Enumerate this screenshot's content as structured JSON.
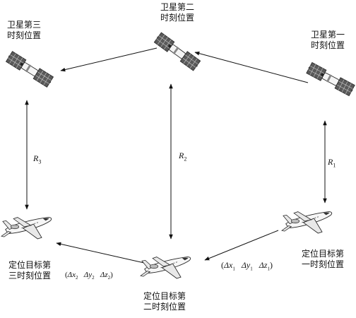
{
  "satellites": [
    {
      "id": "sat1",
      "label_line1": "卫星第一",
      "label_line2": "时刻位置"
    },
    {
      "id": "sat2",
      "label_line1": "卫星第二",
      "label_line2": "时刻位置"
    },
    {
      "id": "sat3",
      "label_line1": "卫星第三",
      "label_line2": "时刻位置"
    }
  ],
  "targets": [
    {
      "id": "tgt1",
      "label_line1": "定位目标第",
      "label_line2": "一时刻位置"
    },
    {
      "id": "tgt2",
      "label_line1": "定位目标第",
      "label_line2": "二时刻位置"
    },
    {
      "id": "tgt3",
      "label_line1": "定位目标第",
      "label_line2": "三时刻位置"
    }
  ],
  "ranges": {
    "r1": {
      "symbol": "R",
      "subscript": "1"
    },
    "r2": {
      "symbol": "R",
      "subscript": "2"
    },
    "r3": {
      "symbol": "R",
      "subscript": "3"
    }
  },
  "offsets": {
    "d1": {
      "open": "(",
      "dx": "Δx",
      "dx_sub": "1",
      "dy": "Δy",
      "dy_sub": "1",
      "dz": "Δz",
      "dz_sub": "1",
      "close": ")"
    },
    "d2": {
      "open": "(",
      "dx": "Δx",
      "dx_sub": "2",
      "dy": "Δy",
      "dy_sub": "2",
      "dz": "Δz",
      "dz_sub": "2",
      "close": ")"
    }
  },
  "colors": {
    "line": "#111111",
    "panel": "#555555",
    "panel_grid": "#d0d0d0",
    "body": "#f2f2f2"
  }
}
